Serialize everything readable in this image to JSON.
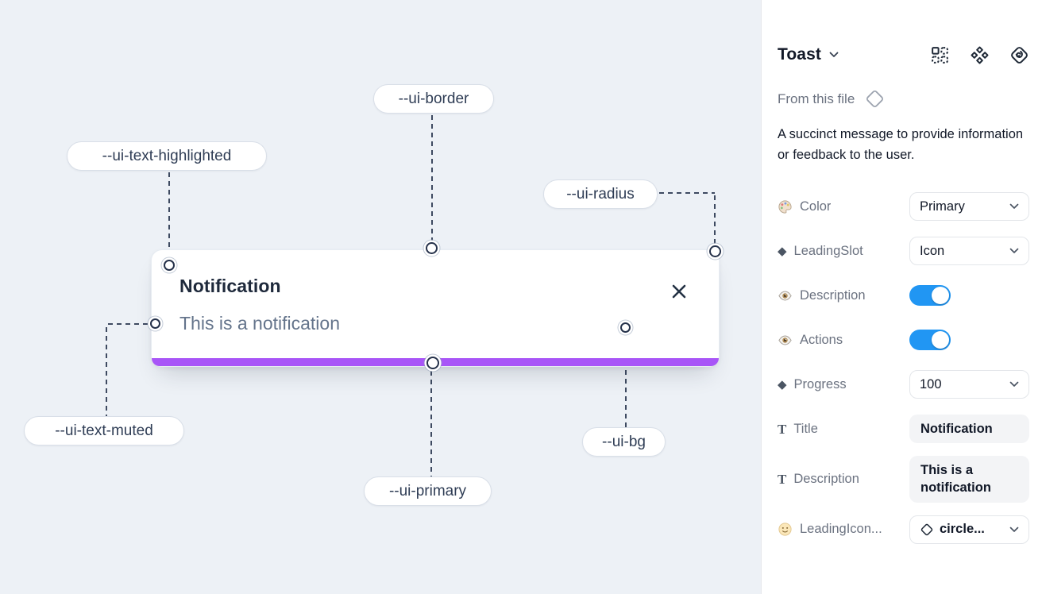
{
  "colors": {
    "canvas_bg": "#edf1f6",
    "toast_progress_purple": "#a855f7",
    "toggle_on_blue": "#2196f3",
    "connector_navy": "#3e4a61"
  },
  "canvas": {
    "toast": {
      "title": "Notification",
      "description": "This is a notification"
    },
    "labels": [
      {
        "text": "--ui-border"
      },
      {
        "text": "--ui-text-highlighted"
      },
      {
        "text": "--ui-radius"
      },
      {
        "text": "--ui-text-muted"
      },
      {
        "text": "--ui-primary"
      },
      {
        "text": "--ui-bg"
      }
    ]
  },
  "panel": {
    "title": "Toast",
    "source_label": "From this file",
    "description": "A succinct message to provide information or feedback to the user.",
    "icons": {
      "diamond_glyph": "◆",
      "text_glyph": "T"
    },
    "props": [
      {
        "label": "Color",
        "control": "select",
        "value": "Primary"
      },
      {
        "label": "LeadingSlot",
        "control": "select",
        "value": "Icon"
      },
      {
        "label": "Description",
        "control": "toggle",
        "value": "on"
      },
      {
        "label": "Actions",
        "control": "toggle",
        "value": "on"
      },
      {
        "label": "Progress",
        "control": "select",
        "value": "100"
      },
      {
        "label": "Title",
        "control": "text",
        "value": "Notification"
      },
      {
        "label": "Description",
        "control": "text",
        "value": "This is a notification"
      },
      {
        "label": "LeadingIcon...",
        "control": "icon-select",
        "value": "circle..."
      }
    ]
  }
}
